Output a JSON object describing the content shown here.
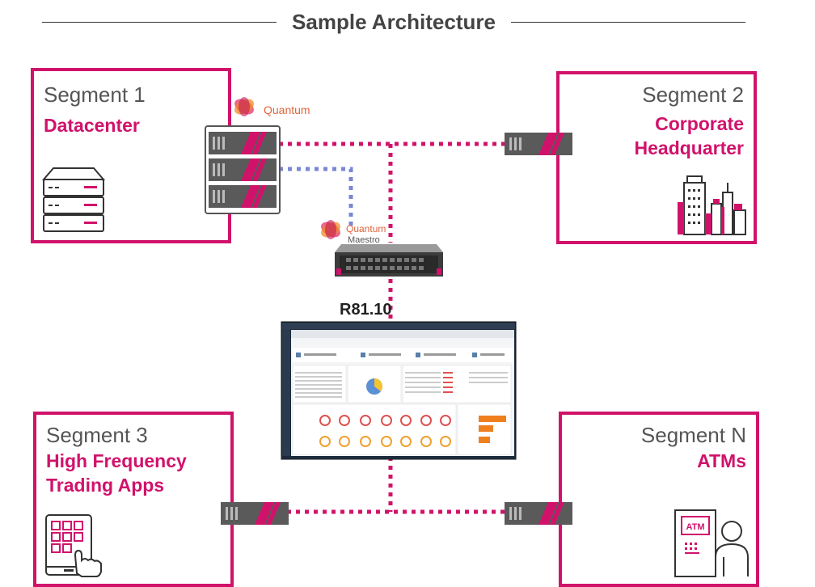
{
  "title": "Sample Architecture",
  "segments": [
    {
      "title": "Segment 1",
      "subtitle": "Datacenter"
    },
    {
      "title": "Segment 2",
      "subtitle_line1": "Corporate",
      "subtitle_line2": "Headquarter"
    },
    {
      "title": "Segment 3",
      "subtitle_line1": "High Frequency",
      "subtitle_line2": "Trading Apps"
    },
    {
      "title": "Segment N",
      "subtitle": "ATMs"
    }
  ],
  "brands": {
    "quantum": "Quantum",
    "maestro_line1": "Quantum",
    "maestro_line2": "Maestro",
    "version": "R81.10"
  },
  "icons": {
    "atm_label": "ATM"
  },
  "colors": {
    "accent": "#d1126b",
    "maestro_link": "#7b86d4",
    "appliance": "#5a5a5a"
  }
}
